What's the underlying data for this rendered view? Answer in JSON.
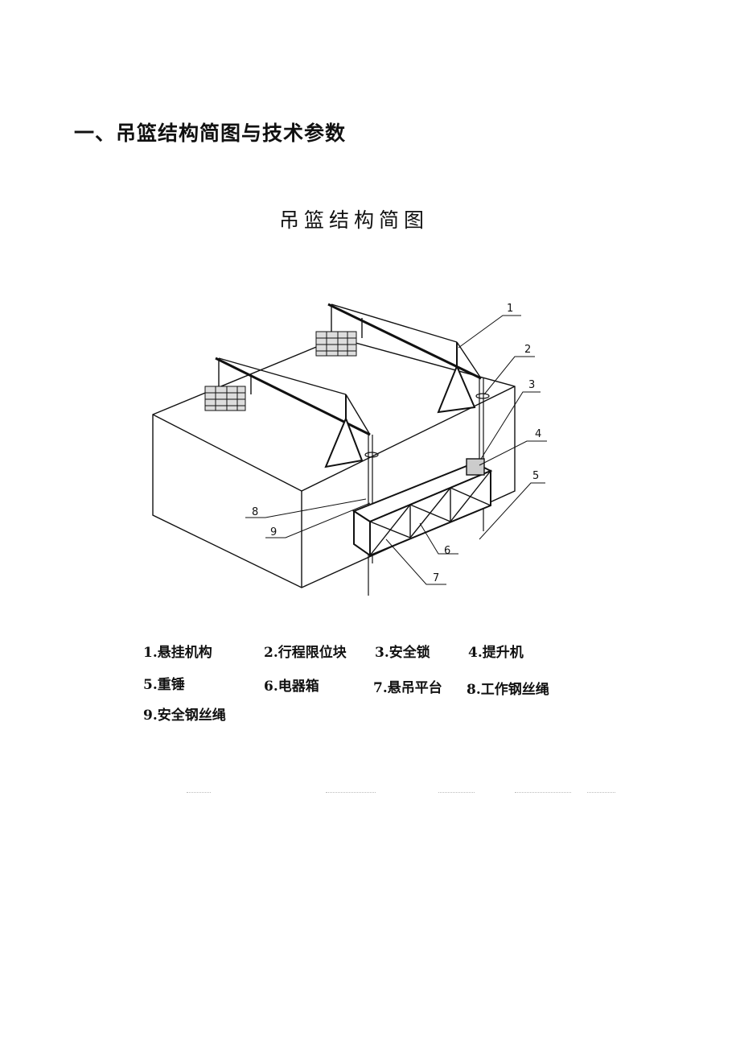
{
  "heading": "一、吊篮结构简图与技术参数",
  "figure": {
    "title": "吊篮结构简图",
    "callouts": [
      "1",
      "2",
      "3",
      "4",
      "5",
      "6",
      "7",
      "8",
      "9"
    ],
    "legend": [
      "1.悬挂机构",
      "2.行程限位块",
      "3.安全锁",
      "4.提升机",
      "5.重锤",
      "6.电器箱",
      "7.悬吊平台",
      "8.工作钢丝绳",
      "9.安全钢丝绳"
    ]
  }
}
